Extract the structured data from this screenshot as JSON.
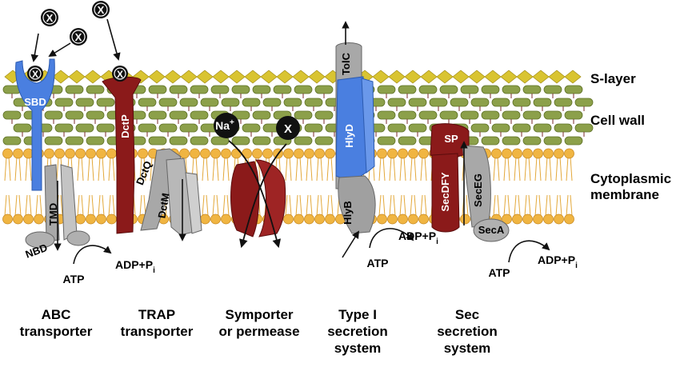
{
  "colors": {
    "slayer": "#d9c431",
    "cellwall": "#8ca04a",
    "lipid_head": "#f0b542",
    "red_protein": "#8b1a1a",
    "blue_protein": "#4a7fe0",
    "grey_protein": "#a8a8a8",
    "black": "#111111"
  },
  "layers": {
    "slayer": "S-layer",
    "cellwall": "Cell wall",
    "membrane_line1": "Cytoplasmic",
    "membrane_line2": "membrane"
  },
  "substrate": {
    "x": "X",
    "na": "Na",
    "na_sup": "+"
  },
  "energy": {
    "atp": "ATP",
    "adp": "ADP+P",
    "adp_sub": "i"
  },
  "proteins": {
    "sbd": "SBD",
    "tmd": "TMD",
    "nbd": "NBD",
    "dctp": "DctP",
    "dctq": "DctQ",
    "dctm": "DctM",
    "tolc": "TolC",
    "hlyd": "HlyD",
    "hlyb": "HlyB",
    "sp": "SP",
    "secdfy": "SecDFY",
    "seceg": "SecEG",
    "seca": "SecA"
  },
  "captions": {
    "abc": [
      "ABC",
      "transporter"
    ],
    "trap": [
      "TRAP",
      "transporter"
    ],
    "symporter": [
      "Symporter",
      "or permease"
    ],
    "type1": [
      "Type I",
      "secretion",
      "system"
    ],
    "sec": [
      "Sec",
      "secretion",
      "system"
    ]
  }
}
